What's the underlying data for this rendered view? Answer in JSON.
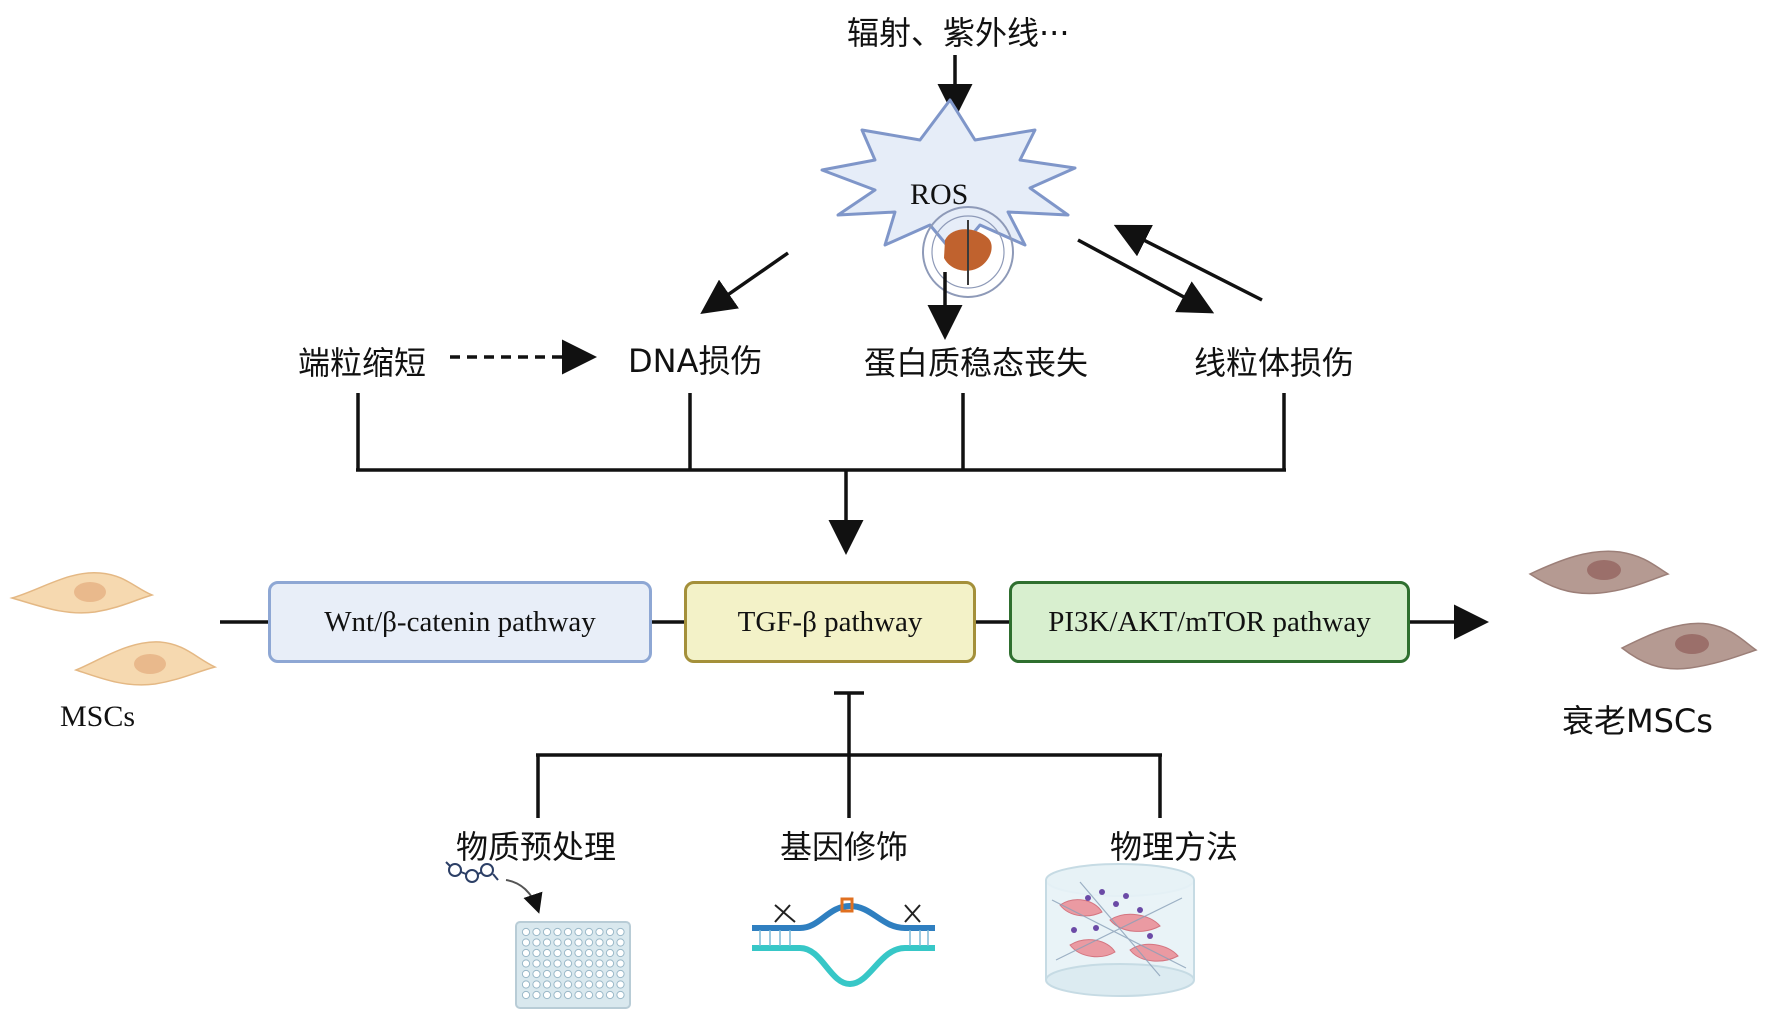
{
  "labels": {
    "top_cause": "辐射、紫外线···",
    "ros": "ROS",
    "telomere": "端粒缩短",
    "dna_damage": "DNA损伤",
    "proteostasis": "蛋白质稳态丧失",
    "mito_damage": "线粒体损伤",
    "mscs": "MSCs",
    "senescent_mscs": "衰老MSCs",
    "intervention_1": "物质预处理",
    "intervention_2": "基因修饰",
    "intervention_3": "物理方法"
  },
  "pathways": {
    "wnt": "Wnt/β-catenin pathway",
    "tgf": "TGF-β pathway",
    "pi3k": "PI3K/AKT/mTOR pathway"
  },
  "colors": {
    "line": "#111111",
    "ros_fill": "#e6edf8",
    "ros_stroke": "#7f96c9",
    "cell_young": "#f6d9b0",
    "cell_young_nucleus": "#e9b98c",
    "cell_old": "#b59a92",
    "cell_old_nucleus": "#9b6f6a",
    "wnt_fill": "#e8eef8",
    "tgf_fill": "#f3f2c8",
    "pi3k_fill": "#d8efcf",
    "plate": "#d9e8ee",
    "dna_strand_top": "#2f7fc0",
    "dna_strand_bottom": "#37c7c7"
  },
  "icons": {
    "watermark": "chinese-medical-association-seal-icon",
    "molecule": "molecule-icon",
    "well_plate": "well-plate-icon",
    "crispr": "crispr-dna-icon",
    "scaffold": "cell-scaffold-icon"
  }
}
